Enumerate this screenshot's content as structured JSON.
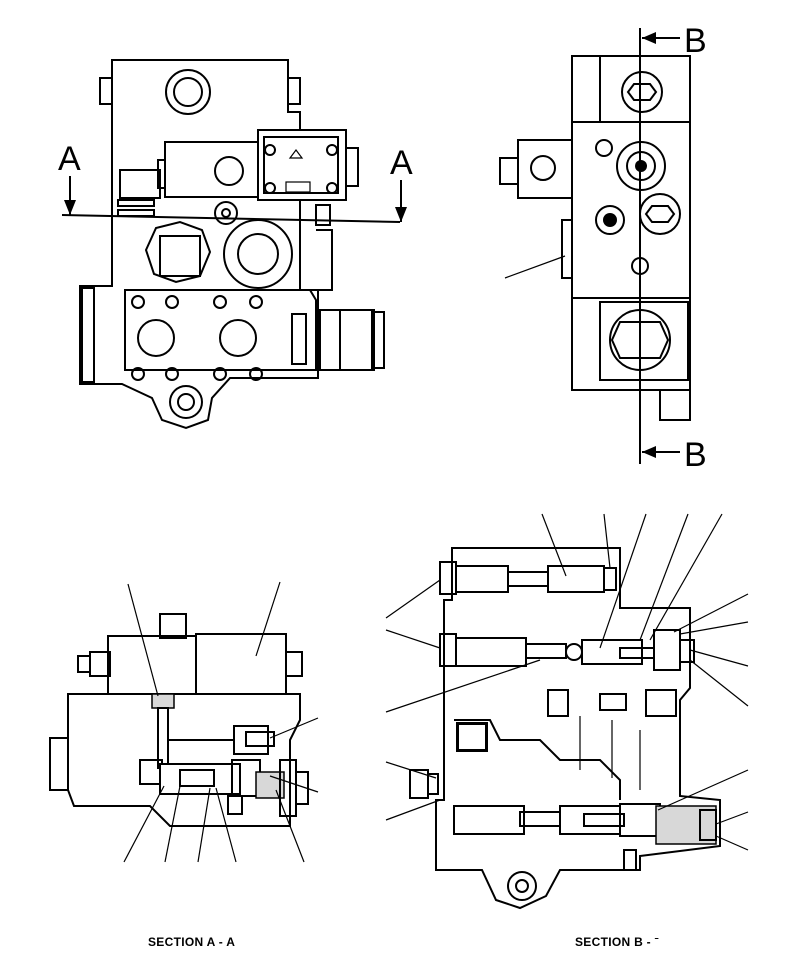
{
  "section_marks": {
    "a_left": "A",
    "a_right": "A",
    "b_top": "B",
    "b_bottom": "B"
  },
  "captions": {
    "section_a": "SECTION A - A",
    "section_b": "SECTION B - ˉ"
  },
  "colors": {
    "line": "#000000",
    "background": "#ffffff"
  }
}
